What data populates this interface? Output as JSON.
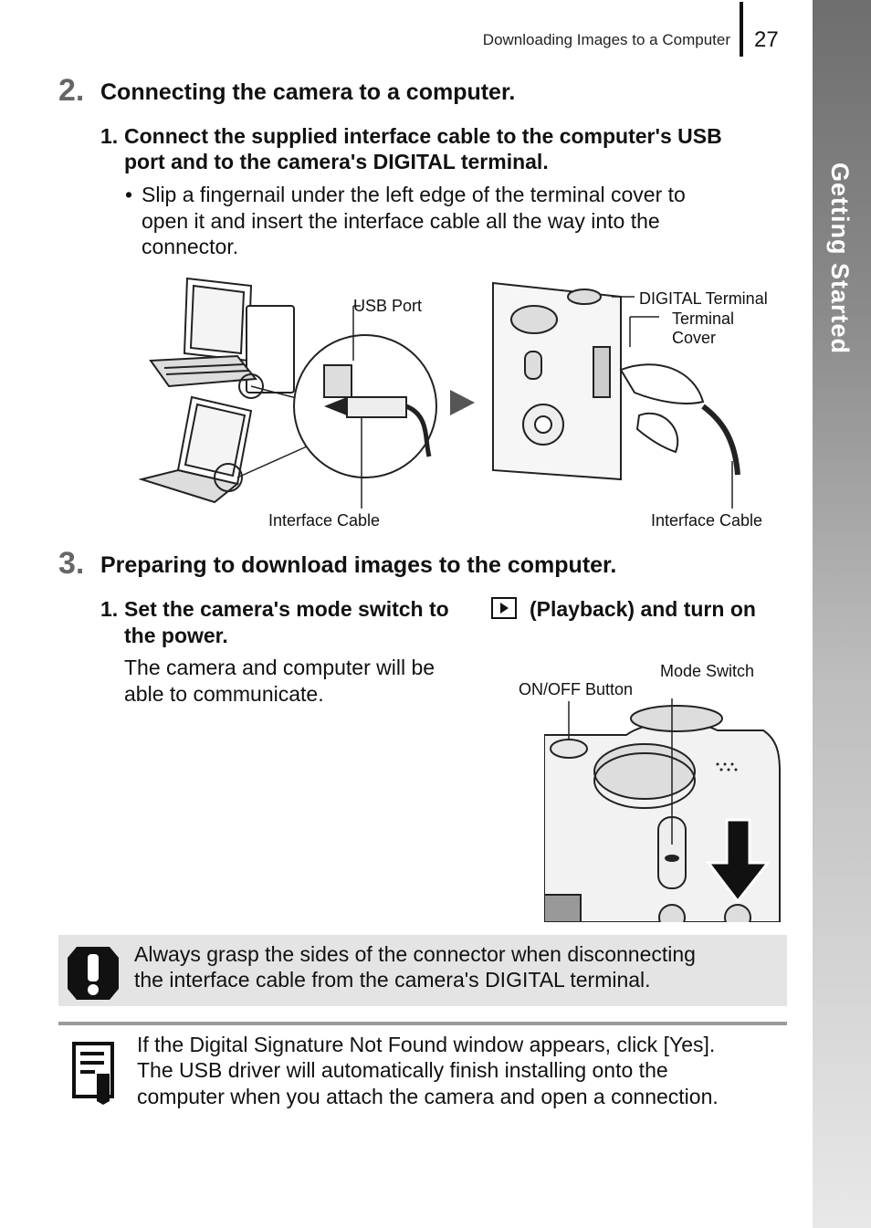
{
  "side_tab": {
    "label": "Getting Started"
  },
  "header": {
    "title": "Downloading Images to a Computer",
    "page_number": "27"
  },
  "section2": {
    "number": "2.",
    "title": "Connecting the camera to a computer.",
    "step1_number": "1.",
    "step1_text_line1": "Connect the supplied interface cable to the computer's USB",
    "step1_text_line2": "port and to the camera's DIGITAL terminal.",
    "bullet": "•",
    "bullet_line1": "Slip a fingernail under the left edge of the terminal cover to",
    "bullet_line2": "open it and insert the interface cable all the way into the",
    "bullet_line3": "connector.",
    "figure": {
      "usb_port": "USB Port",
      "interface_cable_left": "Interface Cable",
      "digital_terminal": "DIGITAL Terminal",
      "terminal_cover_line1": "Terminal",
      "terminal_cover_line2": "Cover",
      "interface_cable_right": "Interface Cable"
    }
  },
  "section3": {
    "number": "3.",
    "title": "Preparing to download images to the computer.",
    "step1_number": "1.",
    "step1_text_before": "Set the camera's mode switch to",
    "step1_text_after": "(Playback) and turn on",
    "step1_text_line2": "the power.",
    "body_line1": "The camera and computer will be",
    "body_line2": "able to communicate.",
    "figure": {
      "mode_switch": "Mode Switch",
      "onoff_button": "ON/OFF Button"
    }
  },
  "caution": {
    "line1": "Always grasp the sides of the connector when disconnecting",
    "line2": "the interface cable from the camera's DIGITAL terminal."
  },
  "note": {
    "line1": "If the Digital Signature Not Found window appears, click [Yes].",
    "line2": "The USB driver will automatically finish installing onto the",
    "line3": "computer when you attach the camera and open a connection."
  }
}
